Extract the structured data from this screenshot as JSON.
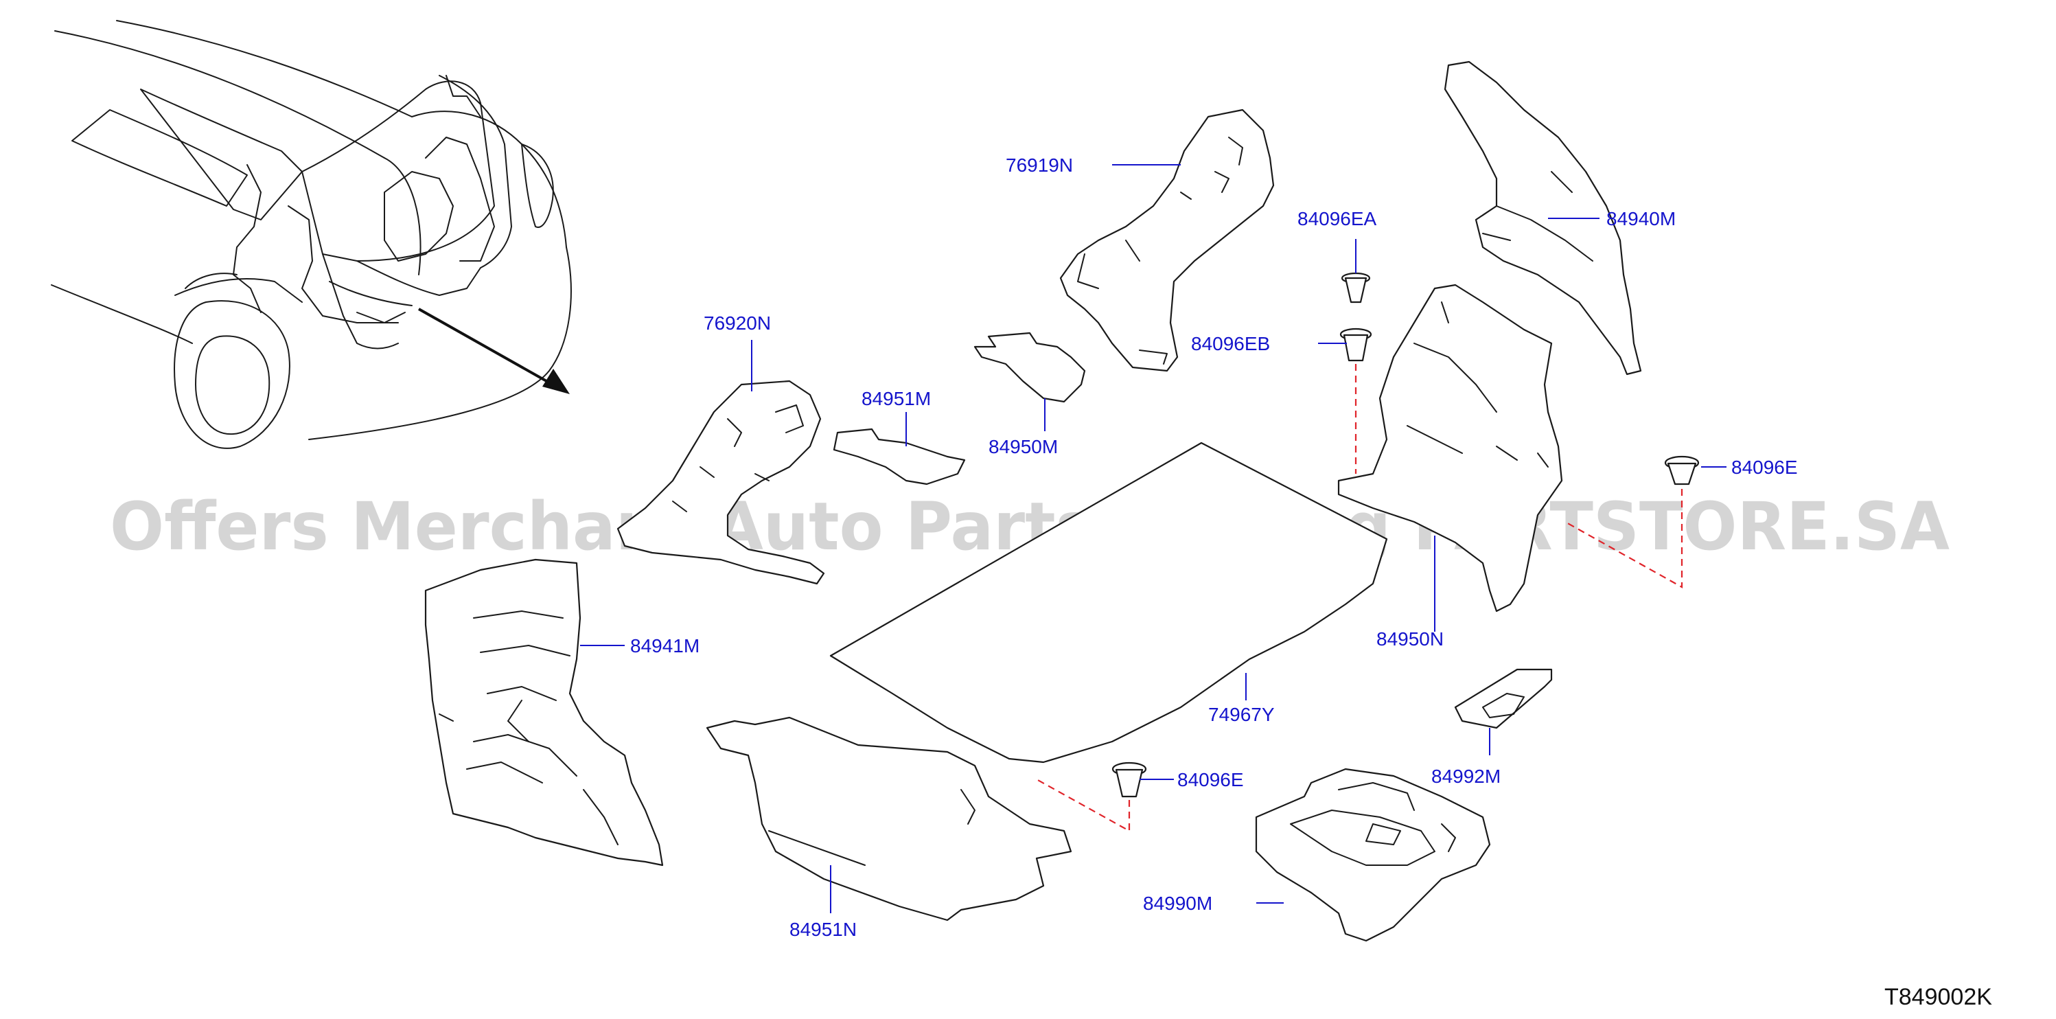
{
  "diagram": {
    "callouts": {
      "p76919N": "76919N",
      "p84096EA": "84096EA",
      "p84940M": "84940M",
      "p84096EB": "84096EB",
      "p76920N": "76920N",
      "p84951M": "84951M",
      "p84950M": "84950M",
      "p84096E_right": "84096E",
      "p84941M": "84941M",
      "p84950N": "84950N",
      "p74967Y": "74967Y",
      "p84992M": "84992M",
      "p84096E_center": "84096E",
      "p84990M": "84990M",
      "p84951N": "84951N"
    },
    "diagram_code": "T849002K",
    "watermark": "Offers Merchant Auto Parts Catalog PARTSTORE.SA"
  },
  "colors": {
    "callout_text": "#1414cc",
    "dashed_guide": "#e0242a",
    "line_art": "#1a1a1a"
  }
}
